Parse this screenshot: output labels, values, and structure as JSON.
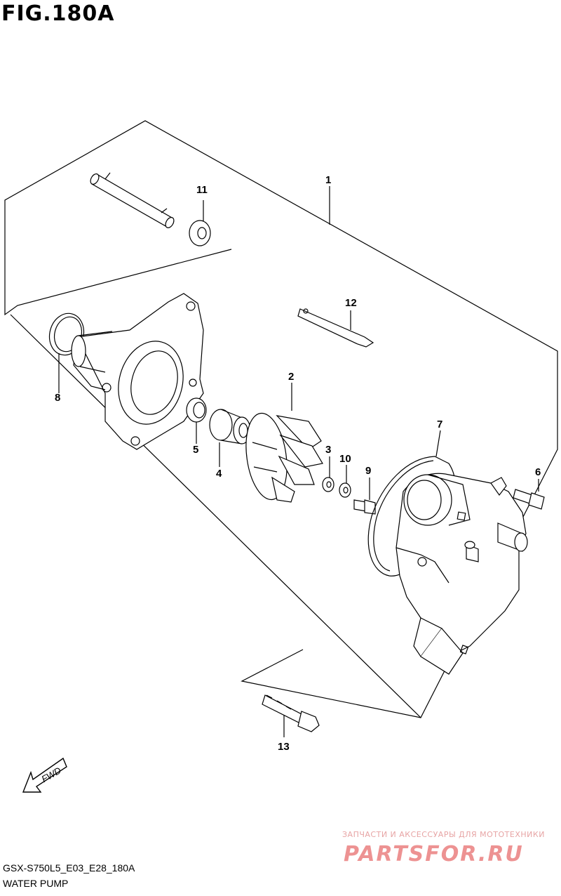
{
  "figure": {
    "title": "FIG.180A",
    "code": "GSX-S750L5_E03_E28_180A",
    "name": "WATER PUMP"
  },
  "callouts": {
    "c1": "1",
    "c2": "2",
    "c3": "3",
    "c4": "4",
    "c5": "5",
    "c6": "6",
    "c7": "7",
    "c8": "8",
    "c9": "9",
    "c10": "10",
    "c11": "11",
    "c12": "12",
    "c13": "13"
  },
  "fwd_label": "FWD",
  "watermark": {
    "tagline": "ЗАПЧАСТИ И АКСЕССУАРЫ ДЛЯ МОТОТЕХНИКИ",
    "logo": "PARTSFOR.RU",
    "color": "#e03a3a"
  }
}
